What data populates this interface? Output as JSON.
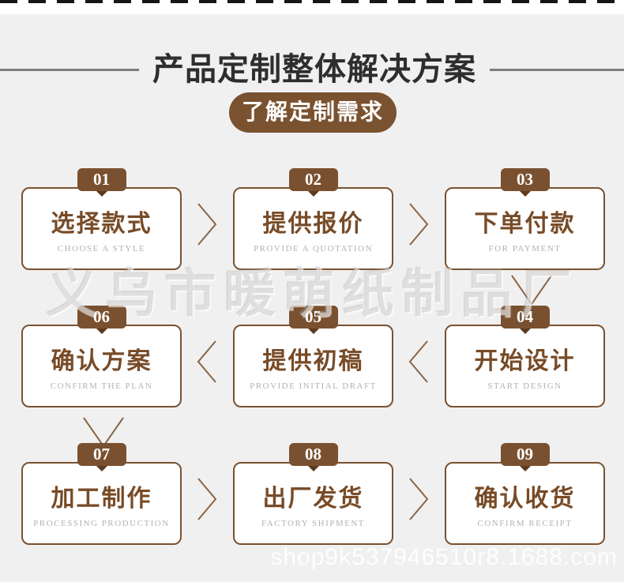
{
  "header": {
    "title": "产品定制整体解决方案",
    "banner_label": "了解定制需求"
  },
  "steps": [
    {
      "num": "01",
      "title": "选择款式",
      "subtitle": "CHOOSE A STYLE"
    },
    {
      "num": "02",
      "title": "提供报价",
      "subtitle": "PROVIDE A QUOTATION"
    },
    {
      "num": "03",
      "title": "下单付款",
      "subtitle": "FOR PAYMENT"
    },
    {
      "num": "06",
      "title": "确认方案",
      "subtitle": "CONFIRM THE PLAN"
    },
    {
      "num": "05",
      "title": "提供初稿",
      "subtitle": "PROVIDE INITIAL DRAFT"
    },
    {
      "num": "04",
      "title": "开始设计",
      "subtitle": "START DESIGN"
    },
    {
      "num": "07",
      "title": "加工制作",
      "subtitle": "PROCESSING PRODUCTION"
    },
    {
      "num": "08",
      "title": "出厂发货",
      "subtitle": "FACTORY SHIPMENT"
    },
    {
      "num": "09",
      "title": "确认收货",
      "subtitle": "CONFIRM RECEIPT"
    }
  ],
  "watermarks": {
    "company": "义乌市暖萌纸制品厂",
    "shop_url": "shop9k537946510r8.1688.com"
  },
  "colors": {
    "brown": "#7a5230",
    "badge_brown": "#7a5130",
    "badge_tail": "#5e3a1d",
    "step_title": "#774b27",
    "subtitle_gray": "#b5b2b0",
    "line_gray": "#7d7d7d",
    "title_dark": "#2e2e2e",
    "background_gray": "#f0f0f1",
    "arrow_brown": "#8a6544"
  }
}
